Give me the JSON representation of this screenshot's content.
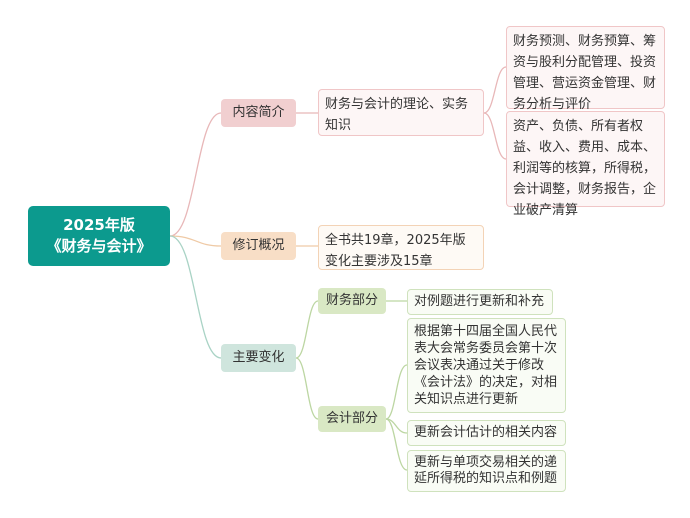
{
  "root": {
    "line1": "2025年版",
    "line2": "《财务与会计》"
  },
  "branches": [
    {
      "label": "内容简介",
      "summary": "财务与会计的理论、实务知识",
      "details": [
        "财务预测、财务预算、筹资与股利分配管理、投资管理、营运资金管理、财务分析与评价",
        "资产、负债、所有者权益、收入、费用、成本、利润等的核算，所得税，会计调整，财务报告，企业破产清算"
      ]
    },
    {
      "label": "修订概况",
      "summary": "全书共19章，2025年版变化主要涉及15章"
    },
    {
      "label": "主要变化",
      "groups": [
        {
          "label": "财务部分",
          "items": [
            "对例题进行更新和补充"
          ]
        },
        {
          "label": "会计部分",
          "items": [
            "根据第十四届全国人民代表大会常务委员会第十次会议表决通过关于修改《会计法》的决定，对相关知识点进行更新",
            "更新会计估计的相关内容",
            "更新与单项交易相关的递延所得税的知识点和例题"
          ]
        }
      ]
    }
  ],
  "colors": {
    "root": "#0c9a8e",
    "branch_intro": "#f1cfd0",
    "branch_revision": "#f8dec6",
    "branch_changes": "#cfe5dd",
    "sub_group": "#d9e8c4"
  }
}
